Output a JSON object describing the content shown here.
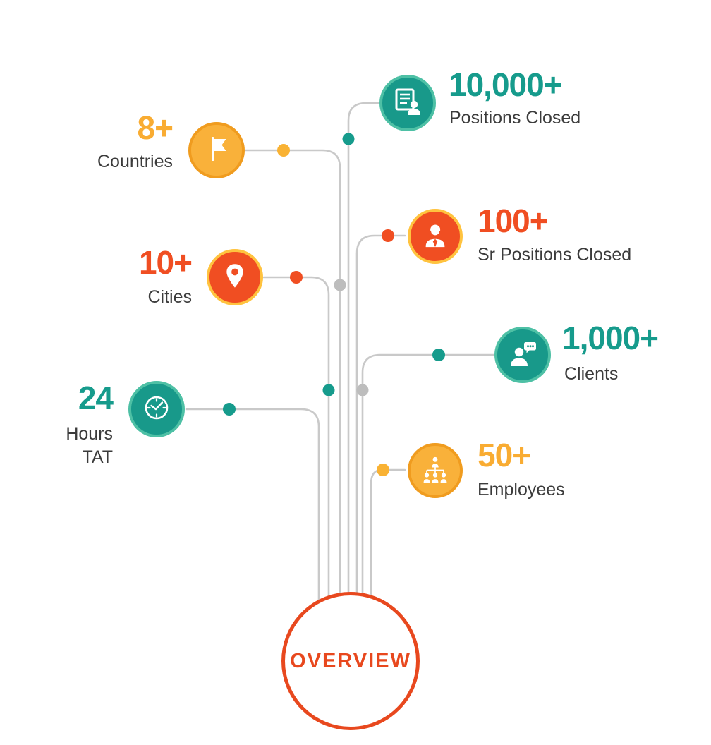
{
  "center": {
    "label": "OVERVIEW"
  },
  "items": [
    {
      "name": "positions-closed",
      "value": "10,000+",
      "label": "Positions Closed",
      "icon": "document-person-icon",
      "theme": "teal"
    },
    {
      "name": "countries",
      "value": "8+",
      "label": "Countries",
      "icon": "flag-icon",
      "theme": "amber"
    },
    {
      "name": "sr-positions-closed",
      "value": "100+",
      "label": "Sr Positions Closed",
      "icon": "businessman-icon",
      "theme": "red"
    },
    {
      "name": "cities",
      "value": "10+",
      "label": "Cities",
      "icon": "location-pin-icon",
      "theme": "red"
    },
    {
      "name": "clients",
      "value": "1,000+",
      "label": "Clients",
      "icon": "person-chat-icon",
      "theme": "teal"
    },
    {
      "name": "hours-tat",
      "value": "24",
      "label": "Hours",
      "label2": "TAT",
      "icon": "clock-icon",
      "theme": "teal"
    },
    {
      "name": "employees",
      "value": "50+",
      "label": "Employees",
      "icon": "org-chart-icon",
      "theme": "amber"
    }
  ],
  "palette": {
    "teal": "#18998A",
    "teal_ring": "#4EC0A5",
    "teal_text": "#169B8C",
    "amber": "#F9B13A",
    "amber_ring": "#F09C1F",
    "amber_text": "#F9AC32",
    "red": "#F04E22",
    "red_ring": "#FFC33F",
    "overview_orange": "#E8481E",
    "label_dark": "#3B3B3B",
    "line_gray": "#C9C9C9",
    "dot_gray": "#BDBDBD"
  }
}
